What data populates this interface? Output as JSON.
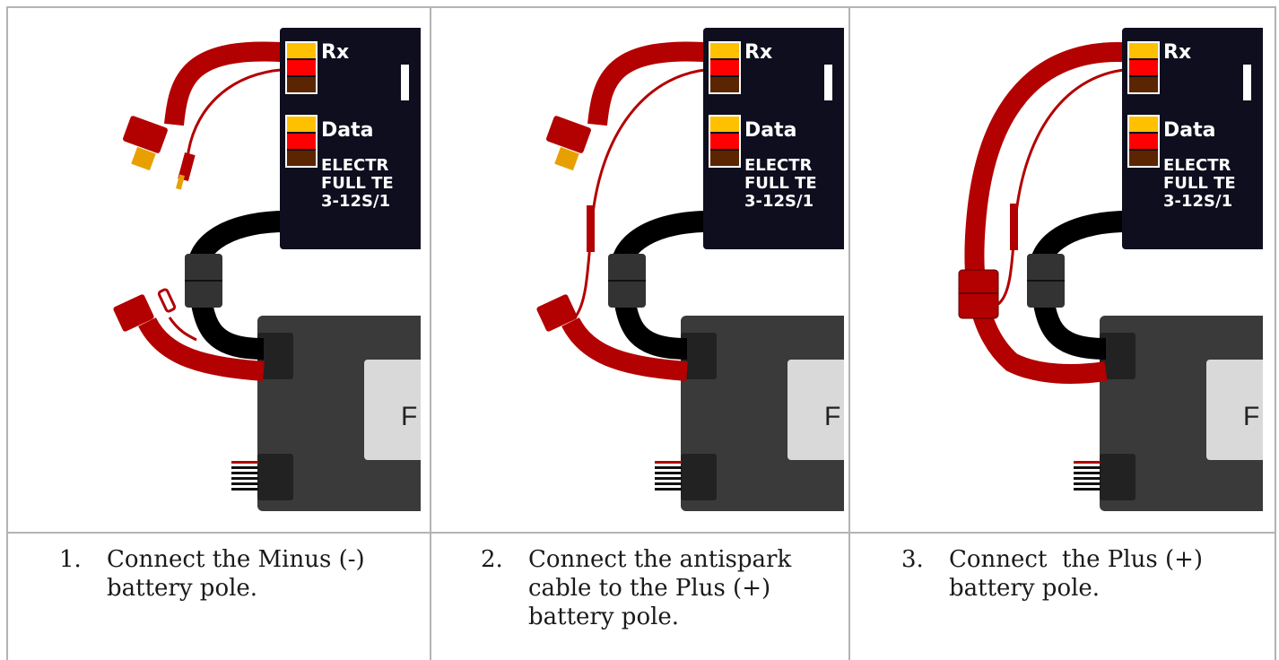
{
  "panels": [
    {
      "step_number": "1.",
      "caption_lines": [
        "Connect the Minus (-)",
        "battery pole."
      ],
      "esc_label_rx": "Rx",
      "esc_label_data": "Data",
      "esc_text_lines": [
        "ELECTR",
        "FULL TE",
        "3-12S/1"
      ],
      "battery_label": "F"
    },
    {
      "step_number": "2.",
      "caption_lines": [
        "Connect the antispark",
        "cable to the Plus (+)",
        "battery pole."
      ],
      "esc_label_rx": "Rx",
      "esc_label_data": "Data",
      "esc_text_lines": [
        "ELECTR",
        "FULL TE",
        "3-12S/1"
      ],
      "battery_label": "F"
    },
    {
      "step_number": "3.",
      "caption_lines": [
        "Connect  the Plus (+)",
        "battery pole."
      ],
      "esc_label_rx": "Rx",
      "esc_label_data": "Data",
      "esc_text_lines": [
        "ELECTR",
        "FULL TE",
        "3-12S/1"
      ],
      "battery_label": "F"
    }
  ],
  "colors": {
    "cable_red": "#b30000",
    "cable_black": "#000000",
    "esc_body": "#0e0e1e",
    "battery_body": "#3a3a3a",
    "battery_label_bg": "#d9d9d9",
    "wire_yellow": "#ffc000",
    "wire_red": "#ff0000",
    "wire_brown": "#5a2500",
    "connector_gold": "#e8a000"
  }
}
